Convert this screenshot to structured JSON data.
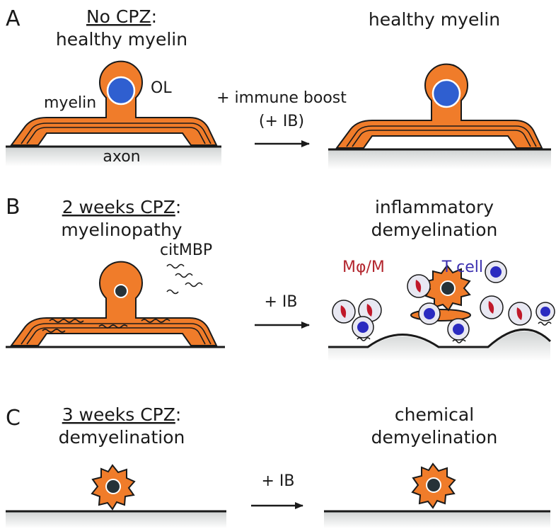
{
  "panels": {
    "a": {
      "letter": "A",
      "left_title_underlined": "No CPZ",
      "left_title_colon": ":",
      "left_subtitle": "healthy myelin",
      "right_title": "healthy myelin",
      "label_ol": "OL",
      "label_myelin": "myelin",
      "label_axon": "axon",
      "arrow_line1": "+ immune boost",
      "arrow_line2": "(+ IB)"
    },
    "b": {
      "letter": "B",
      "left_title_underlined": "2 weeks CPZ",
      "left_title_colon": ":",
      "left_subtitle": "myelinopathy",
      "right_title_line1": "inflammatory",
      "right_title_line2": "demyelination",
      "label_citmbp": "citMBP",
      "label_macrophage": "Mφ/M",
      "label_tcell": "T cell",
      "arrow_label": "+ IB"
    },
    "c": {
      "letter": "C",
      "left_title_underlined": "3 weeks CPZ",
      "left_title_colon": ":",
      "left_subtitle": "demyelination",
      "right_title_line1": "chemical",
      "right_title_line2": "demyelination",
      "arrow_label": "+ IB"
    }
  },
  "colors": {
    "myelin": "#f07c2a",
    "nucleus_healthy": "#2f5fd0",
    "nucleus_dying": "#263238",
    "t_cell_nucleus": "#2b2bc0",
    "macrophage_nucleus": "#c0182a",
    "cell_fill": "#e8e8f2",
    "label_macrophage": "#b3262e",
    "label_tcell": "#3b2fb0"
  }
}
